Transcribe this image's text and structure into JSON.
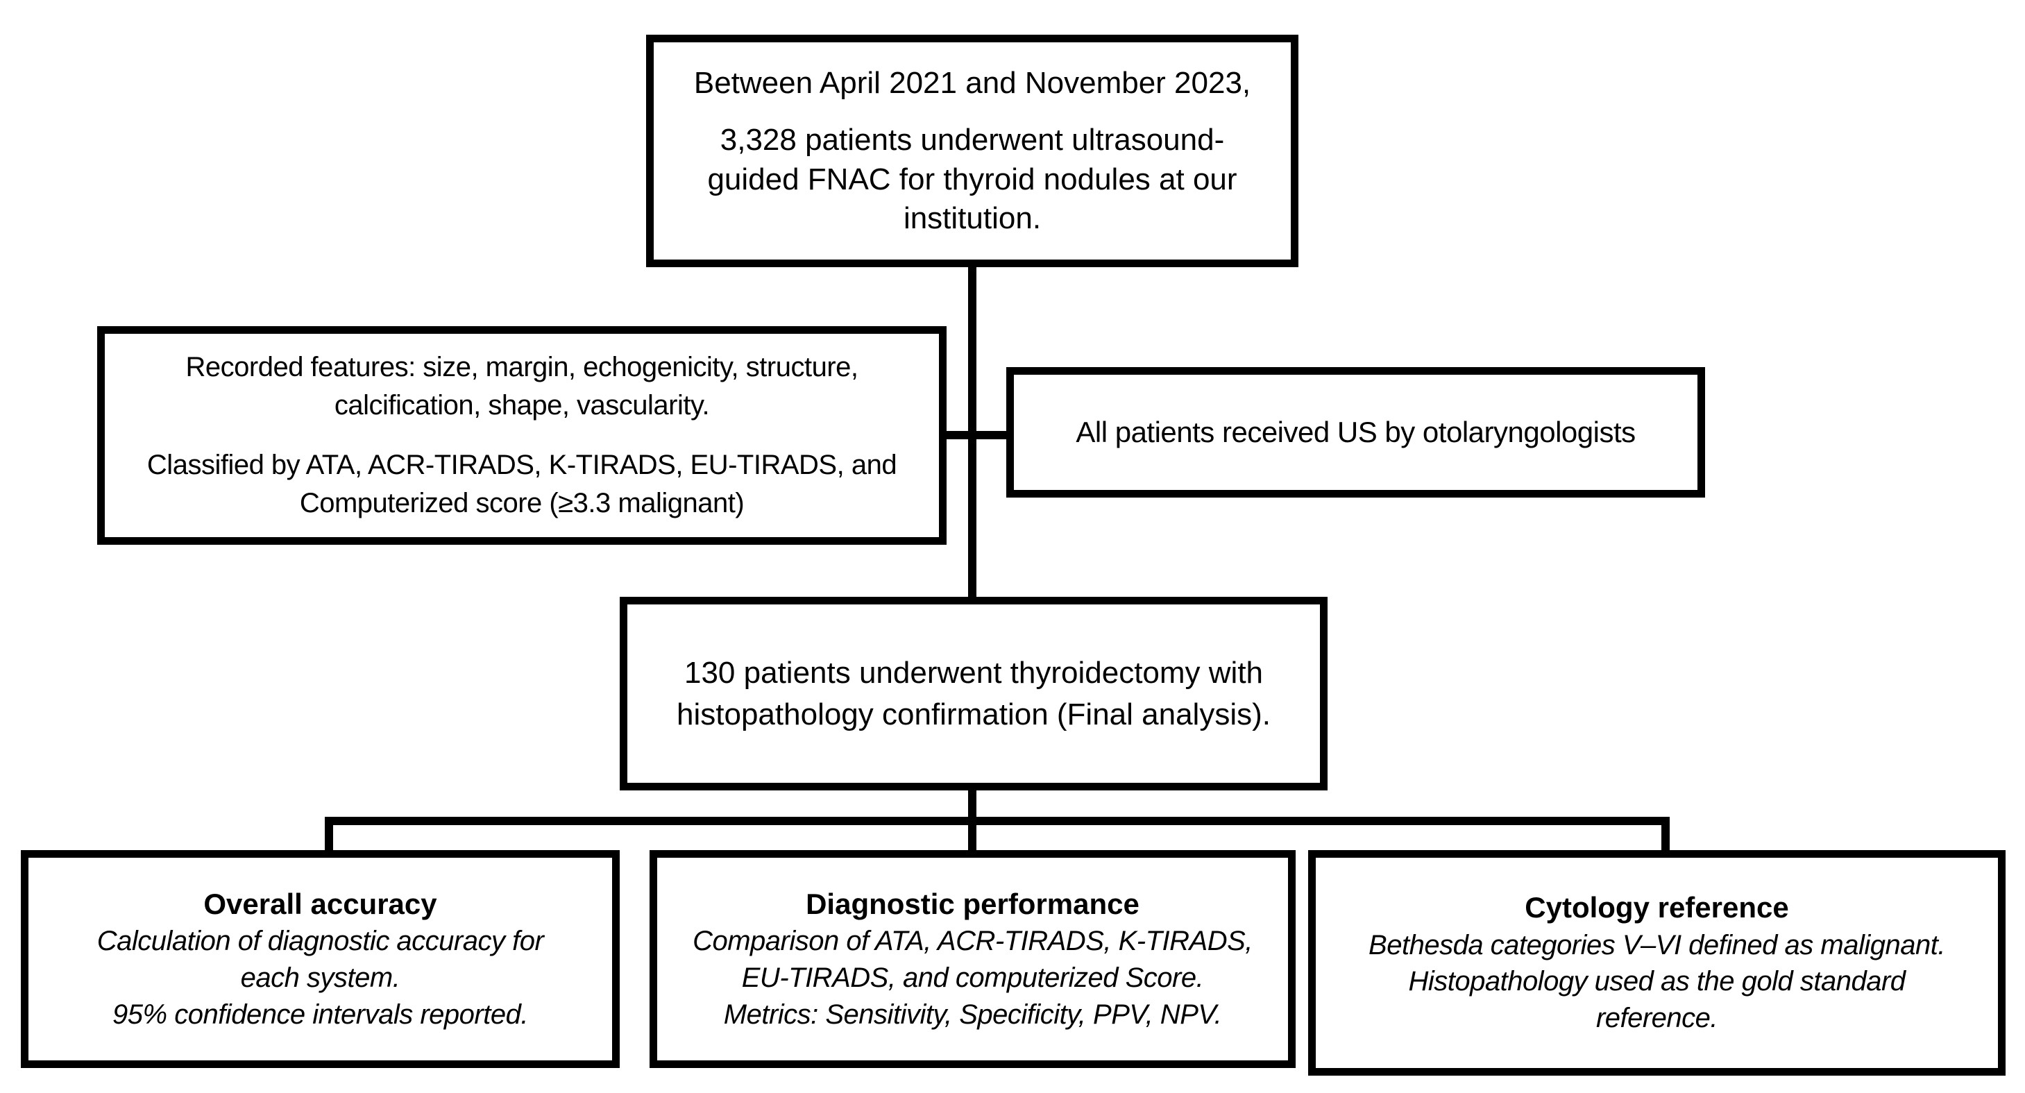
{
  "colors": {
    "background": "#ffffff",
    "border": "#000000",
    "text": "#000000"
  },
  "boxes": {
    "recruitment": {
      "p1": [
        "Between April 2021 and November 2023,"
      ],
      "p2": [
        "3,328 patients underwent ultrasound-",
        "guided FNAC for thyroid nodules at our",
        "institution."
      ]
    },
    "features": {
      "p1": [
        "Recorded features: size, margin, echogenicity, structure,",
        "calcification, shape, vascularity."
      ],
      "p2": [
        "Classified by ATA, ACR-TIRADS, K-TIRADS, EU-TIRADS, and",
        "Computerized score (≥3.3 malignant)"
      ]
    },
    "ultrasound": {
      "text": [
        "All patients received US by otolaryngologists"
      ]
    },
    "final_analysis": {
      "text": [
        "130 patients underwent thyroidectomy with",
        "histopathology confirmation (Final analysis)."
      ]
    },
    "overall_accuracy": {
      "title": "Overall accuracy",
      "body": [
        "Calculation of diagnostic accuracy for",
        "each system.",
        "95% confidence intervals reported."
      ]
    },
    "diagnostic_performance": {
      "title": "Diagnostic performance",
      "body": [
        "Comparison of ATA, ACR-TIRADS, K-TIRADS,",
        "EU-TIRADS, and computerized Score.",
        "Metrics: Sensitivity, Specificity, PPV, NPV."
      ]
    },
    "cytology_reference": {
      "title": "Cytology reference",
      "body": [
        "Bethesda categories V–VI defined as malignant.",
        "Histopathology used as the gold standard",
        "reference."
      ]
    }
  }
}
